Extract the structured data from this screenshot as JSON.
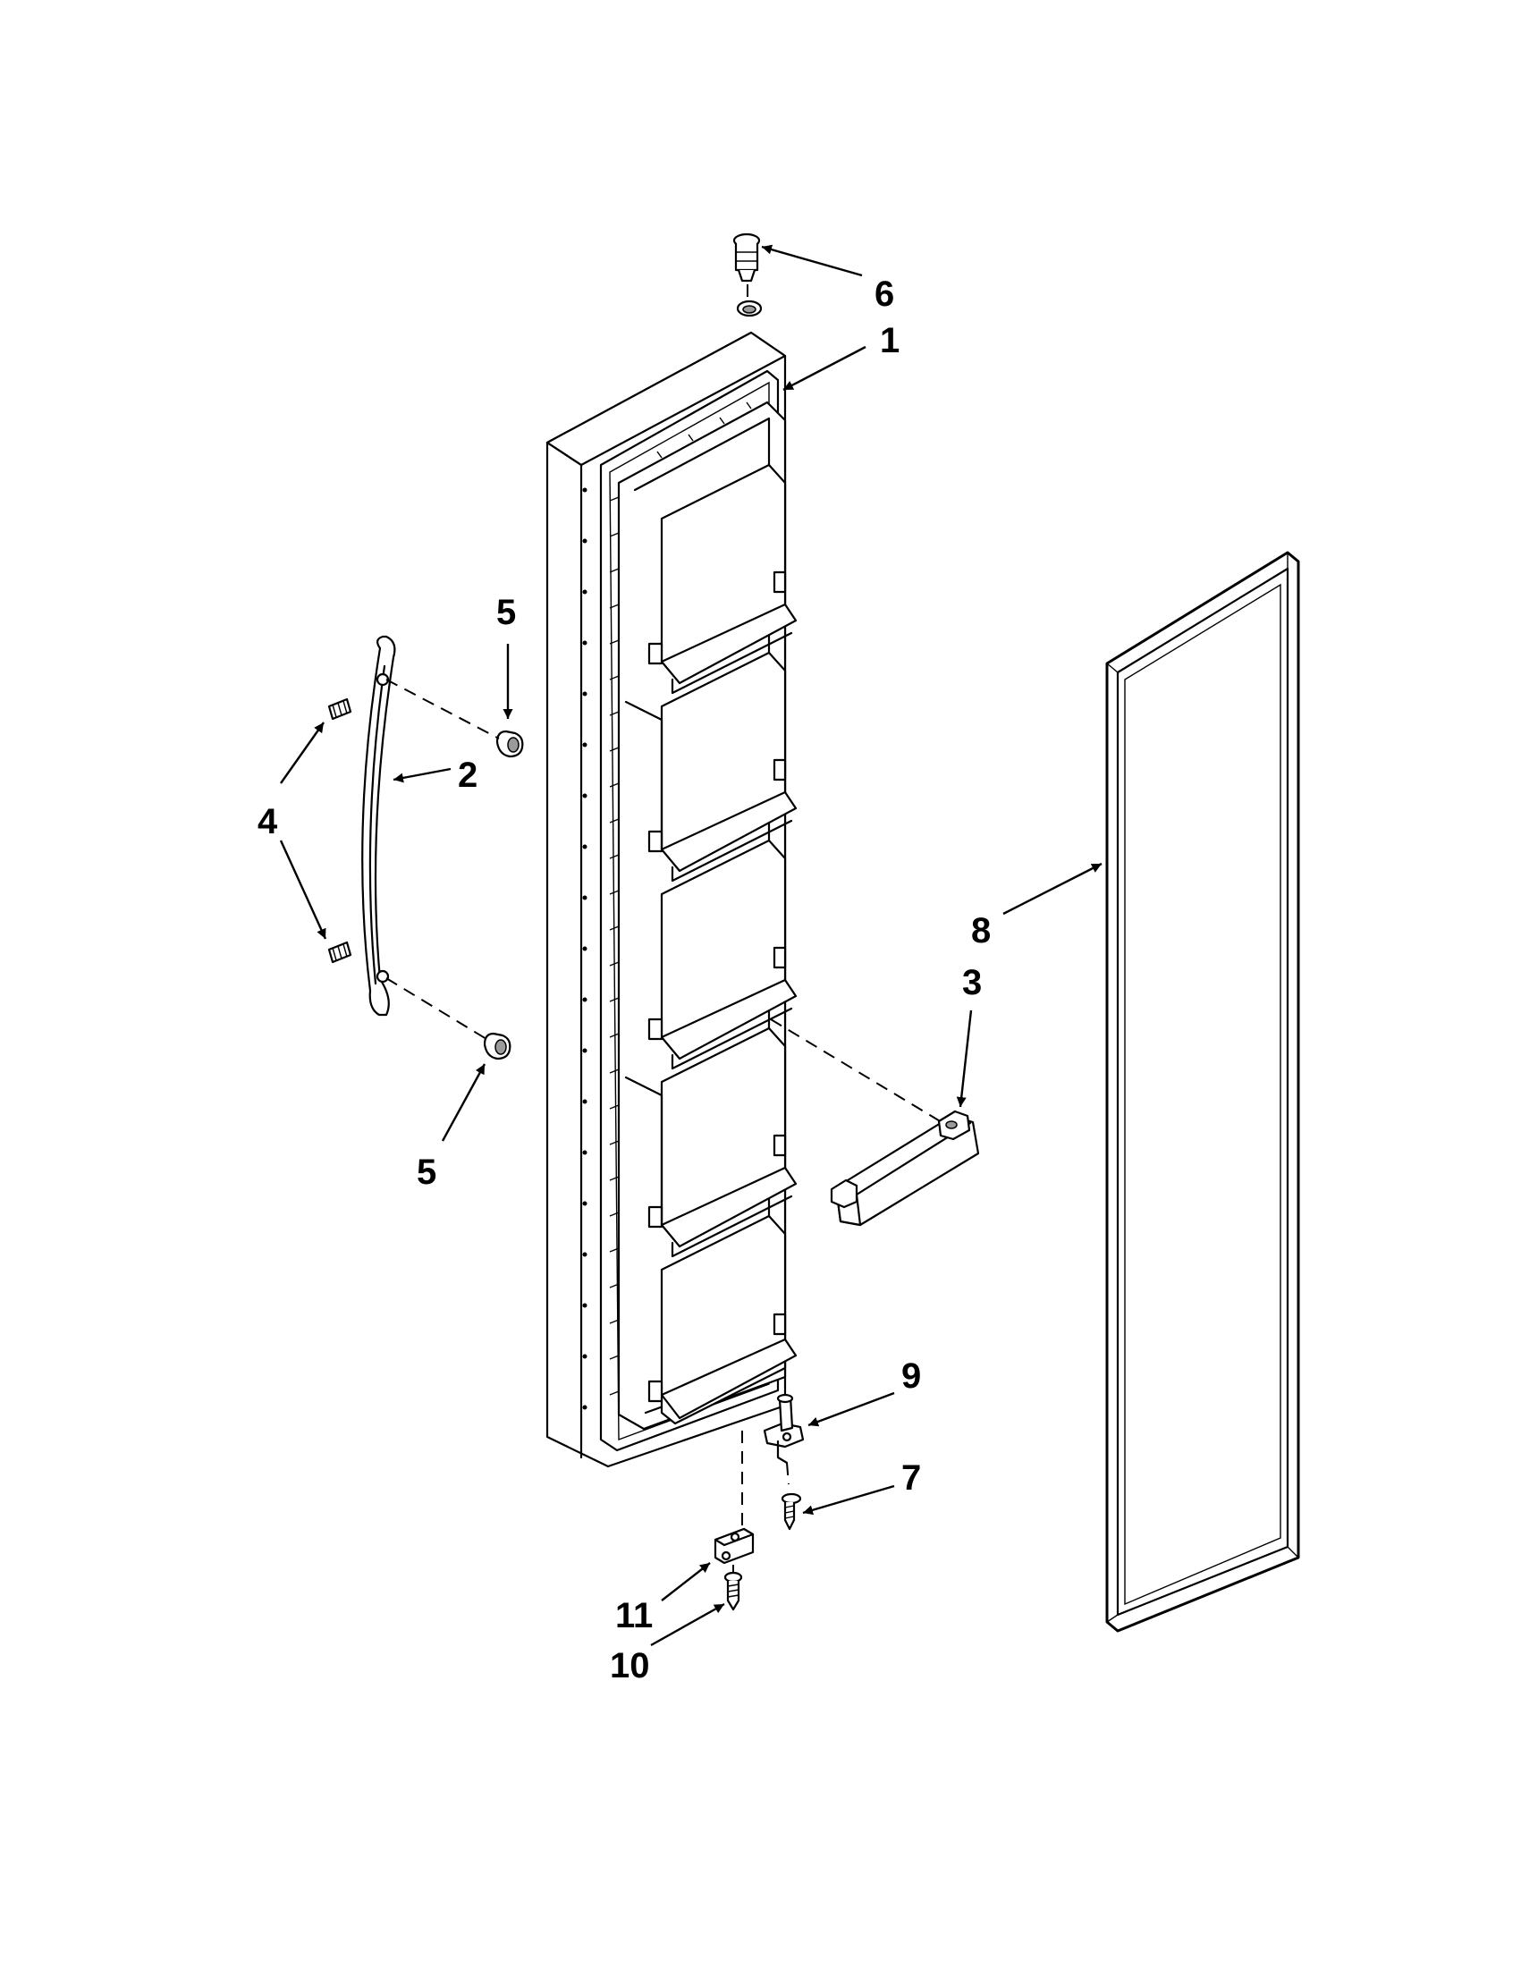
{
  "callouts": {
    "door": "1",
    "handle": "2",
    "door_bin": "3",
    "setscrew_top": "4",
    "plug_top": "5",
    "plug_bottom": "5",
    "hinge_pin_top": "6",
    "screw_hinge": "7",
    "gasket": "8",
    "hinge_pin_bottom": "9",
    "screw_bottom": "10",
    "closure_block": "11"
  },
  "colors": {
    "line": "#000000",
    "background": "#ffffff",
    "shading": "#9a9a9a"
  }
}
